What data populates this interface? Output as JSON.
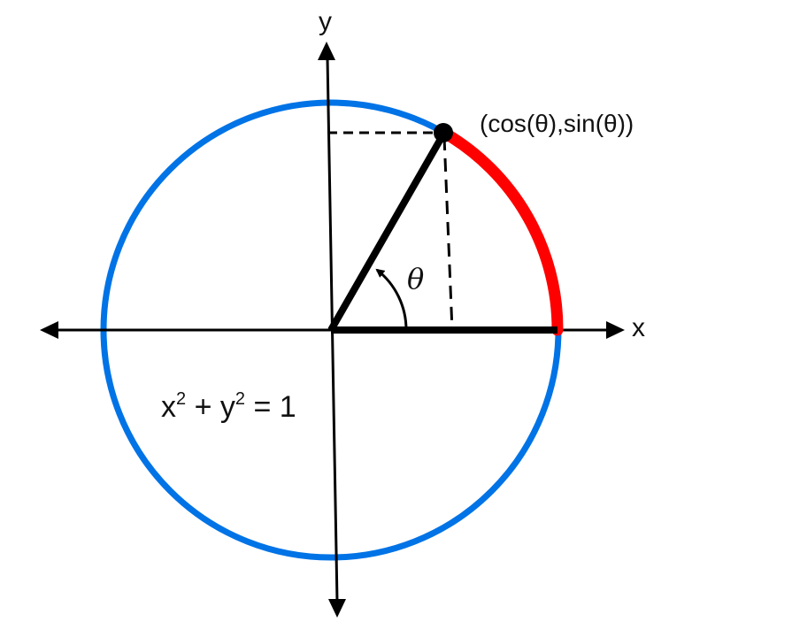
{
  "labels": {
    "y_axis": "y",
    "x_axis": "x",
    "point": "(cos(θ),sin(θ))",
    "angle": "θ",
    "equation": {
      "x": "x",
      "exp1": "2",
      "plus": " + y",
      "exp2": "2",
      "rest": " = 1"
    }
  },
  "angle_degrees": 60,
  "colors": {
    "circle": "#0073E6",
    "arc": "#FF0000",
    "lines": "#000000"
  }
}
